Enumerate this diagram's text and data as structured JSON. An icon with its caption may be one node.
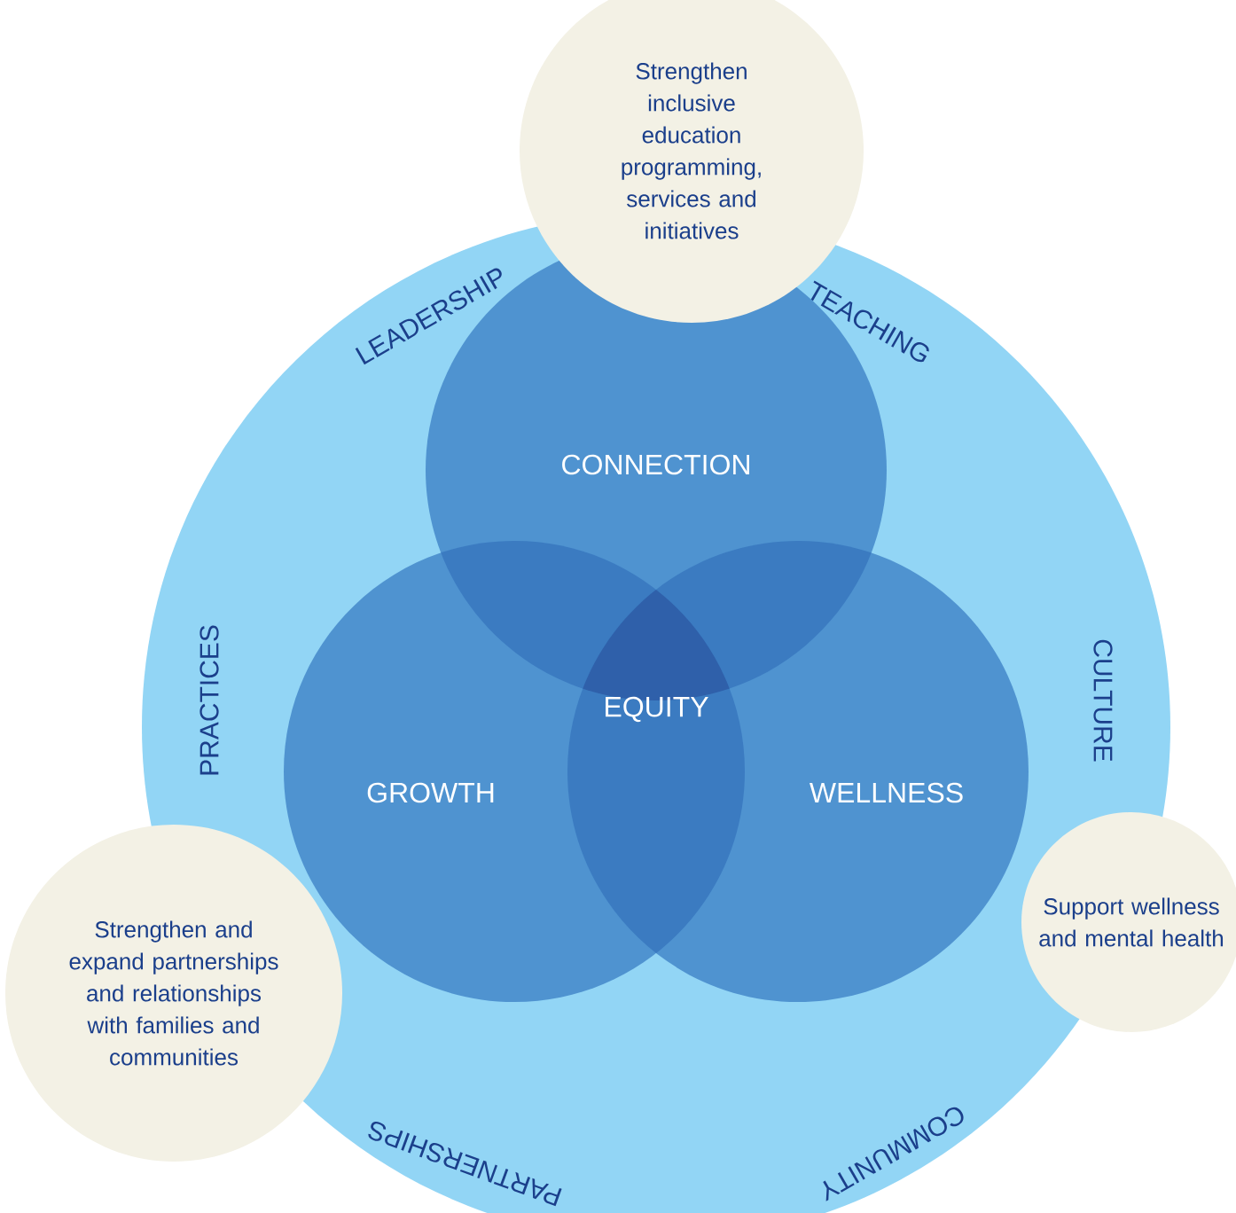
{
  "diagram": {
    "nodes": [
      {
        "text": [
          "LEADERSHIP",
          "TEACHING",
          "CULTURE",
          "COMMUNITY",
          "PARTNERSHIPS",
          "PRACTICES"
        ]
      },
      {
        "text": [
          "CONNECTION"
        ],
        "in": 0
      },
      {
        "text": [
          "GROWTH"
        ],
        "in": 0
      },
      {
        "text": [
          "WELLNESS"
        ],
        "in": 0
      },
      {
        "text": [
          "EQUITY"
        ]
      },
      {
        "text": [
          "Strengthen inclusive education programming, services and initiatives"
        ]
      },
      {
        "text": [
          "Strengthen and expand partnerships and relationships with families and communities"
        ]
      },
      {
        "text": [
          "Support wellness and mental health"
        ]
      }
    ]
  }
}
